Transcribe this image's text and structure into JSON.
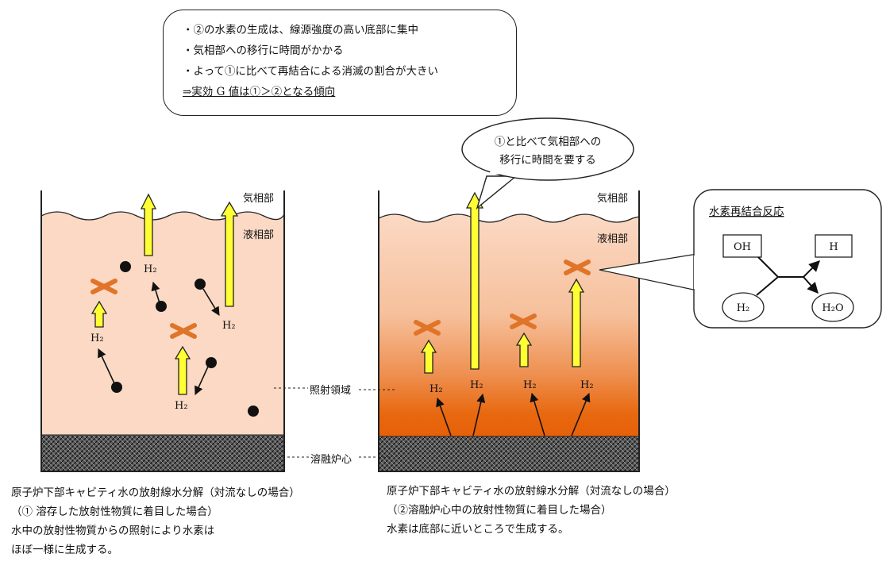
{
  "top_note": {
    "lines": [
      "・②の水素の生成は、線源強度の高い底部に集中",
      "・気相部への移行に時間がかかる",
      "・よって①に比べて再結合による消滅の割合が大きい",
      "⇒実効 G 値は①＞②となる傾向"
    ]
  },
  "speech_bubble": {
    "lines": [
      "①と比べて気相部への",
      "移行に時間を要する"
    ]
  },
  "labels": {
    "gas_phase": "気相部",
    "liquid_phase": "液相部",
    "irradiation_zone": "照射領域",
    "molten_core": "溶融炉心",
    "h2": "H₂"
  },
  "recombination": {
    "title": "水素再結合反応",
    "oh": "OH",
    "h": "H",
    "h2": "H₂",
    "h2o": "H₂O"
  },
  "caption_left": {
    "lines": [
      "原子炉下部キャビティ水の放射線水分解（対流なしの場合）",
      "（① 溶存した放射性物質に着目した場合）",
      "水中の放射性物質からの照射により水素は",
      "ほぼ一様に生成する。"
    ]
  },
  "caption_right": {
    "lines": [
      "原子炉下部キャビティ水の放射線水分解（対流なしの場合）",
      "（②溶融炉心中の放射性物質に着目した場合）",
      "水素は底部に近いところで生成する。"
    ]
  },
  "colors": {
    "liquid_light": "#fbd9c4",
    "liquid_dark": "#e8680f",
    "arrow_fill": "#ffff33",
    "x_mark": "#e07428",
    "core_hatch": "#3a3a3a"
  }
}
